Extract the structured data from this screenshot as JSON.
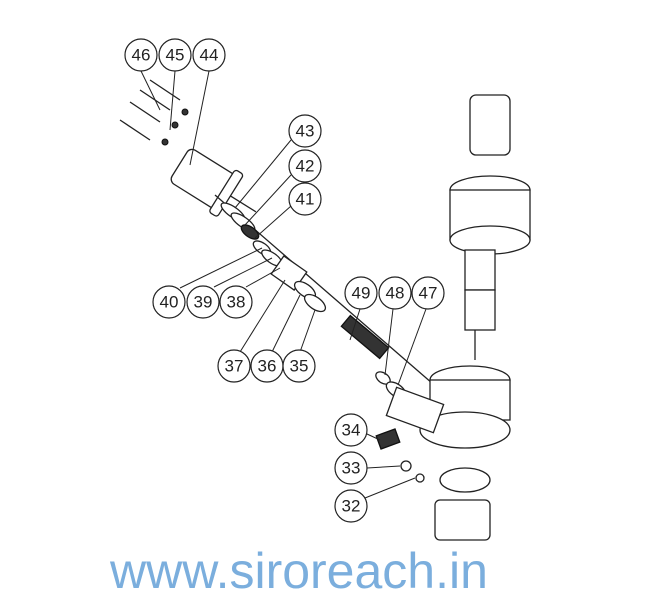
{
  "diagram": {
    "callouts": [
      "46",
      "45",
      "44",
      "43",
      "42",
      "41",
      "40",
      "39",
      "38",
      "49",
      "48",
      "47",
      "37",
      "36",
      "35",
      "34",
      "33",
      "32"
    ],
    "watermark": "www.siroreach.in"
  }
}
